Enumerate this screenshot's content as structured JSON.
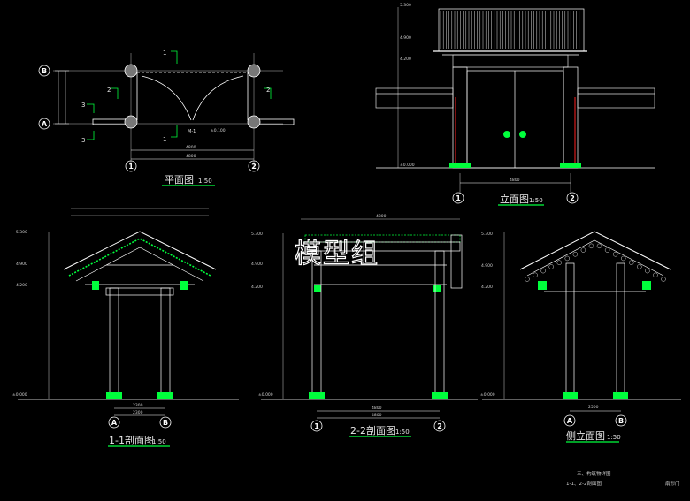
{
  "views": {
    "plan": {
      "title": "平面图",
      "scale": "1:50"
    },
    "elevation": {
      "title": "立面图",
      "scale": "1:50"
    },
    "section11": {
      "title": "1-1剖面图",
      "scale": "1:50"
    },
    "section22": {
      "title": "2-2剖面图",
      "scale": "1:50"
    },
    "side": {
      "title": "侧立面图",
      "scale": "1:50"
    }
  },
  "axes": {
    "a": "A",
    "b": "B",
    "one": "1",
    "two": "2"
  },
  "plan_labels": {
    "door_tag": "M-1",
    "cut1": "1",
    "cut2": "2",
    "cut3": "3"
  },
  "dims": {
    "total": "4800",
    "span": "2300",
    "span_side": "2500",
    "bay": "2300",
    "elev0": "±0.000",
    "elev_plan": "±0.100"
  },
  "watermark": "模型组",
  "notes": {
    "line1": "三、构筑物详图",
    "line2": "1-1、2-2剖面图"
  },
  "stamp": "扇形门",
  "colors": {
    "line": "#ffffff",
    "green": "#00ff3c",
    "cyan": "#00e0e0",
    "red": "#ff2020",
    "yellow": "#ffe000"
  }
}
